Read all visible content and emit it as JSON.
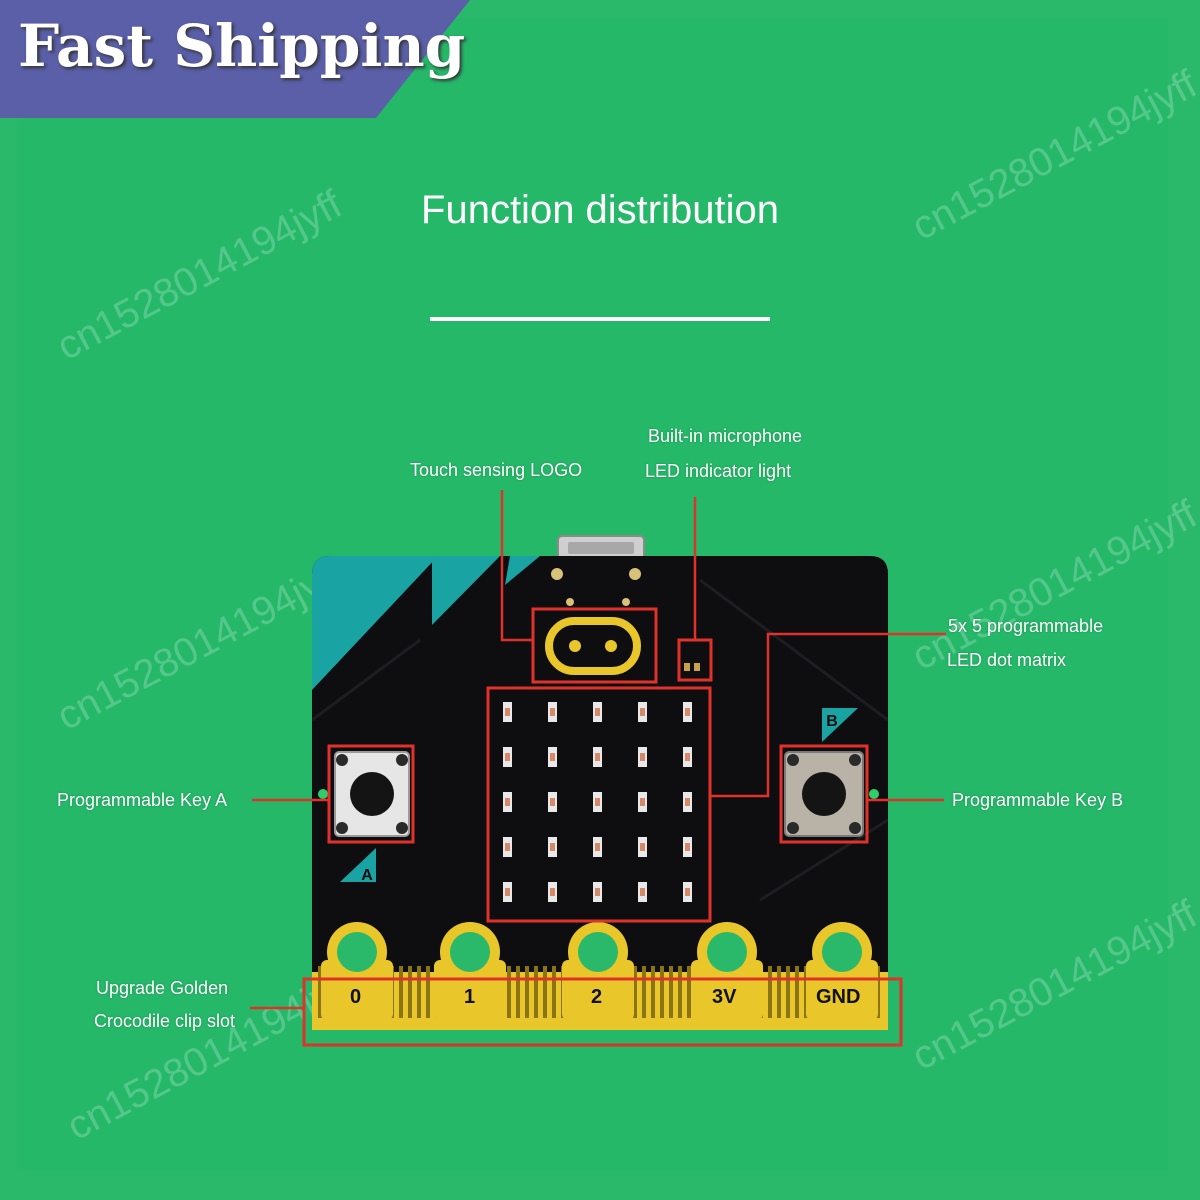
{
  "banner": {
    "text": "Fast Shipping"
  },
  "title": "Function distribution",
  "watermark": "cn1528014194jyff",
  "labels": {
    "touch_logo": "Touch sensing LOGO",
    "microphone_line1": "Built-in microphone",
    "microphone_line2": "LED indicator light",
    "matrix_line1": "5x 5 programmable",
    "matrix_line2": "LED dot matrix",
    "key_a": "Programmable Key A",
    "key_b": "Programmable Key B",
    "clip_line1": "Upgrade Golden",
    "clip_line2": "Crocodile clip slot"
  },
  "board": {
    "button_a_letter": "A",
    "button_b_letter": "B",
    "pins": [
      "0",
      "1",
      "2",
      "3V",
      "GND"
    ]
  },
  "colors": {
    "background": "#25b869",
    "banner": "#5a5fa8",
    "board": "#0e0e10",
    "teal_accent": "#1aa3a3",
    "gold": "#e9c62a",
    "highlight": "#e0312a"
  }
}
